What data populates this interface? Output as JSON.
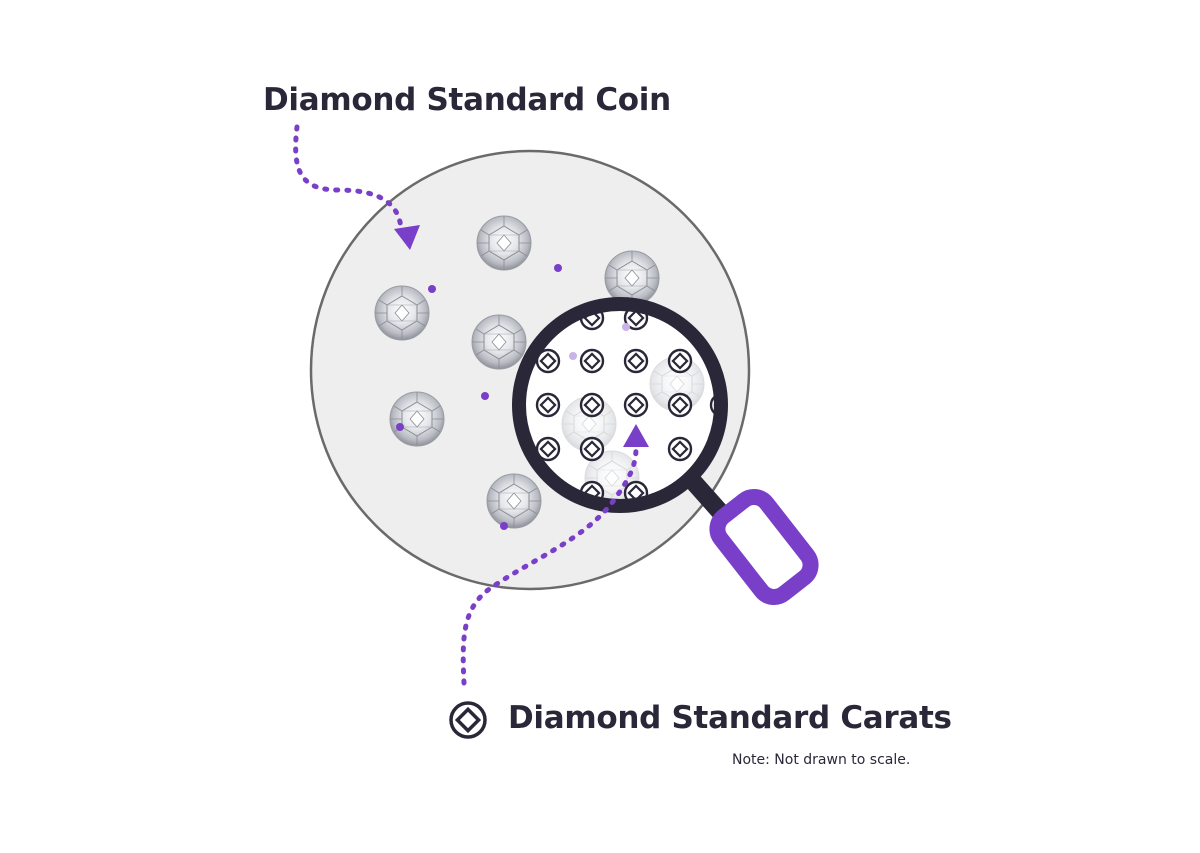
{
  "labels": {
    "coin": "Diamond Standard Coin",
    "carats": "Diamond Standard Carats",
    "note": "Note: Not drawn to scale."
  },
  "icons": {
    "carat_symbol": "diamond-in-circle-icon",
    "magnifier": "magnifying-glass-icon",
    "arrow": "dotted-arrow-icon"
  },
  "colors": {
    "accent_purple": "#7a3fc8",
    "dark_ink": "#2a2838",
    "coin_fill": "#eeeeef",
    "coin_border": "#6a6a6a"
  }
}
